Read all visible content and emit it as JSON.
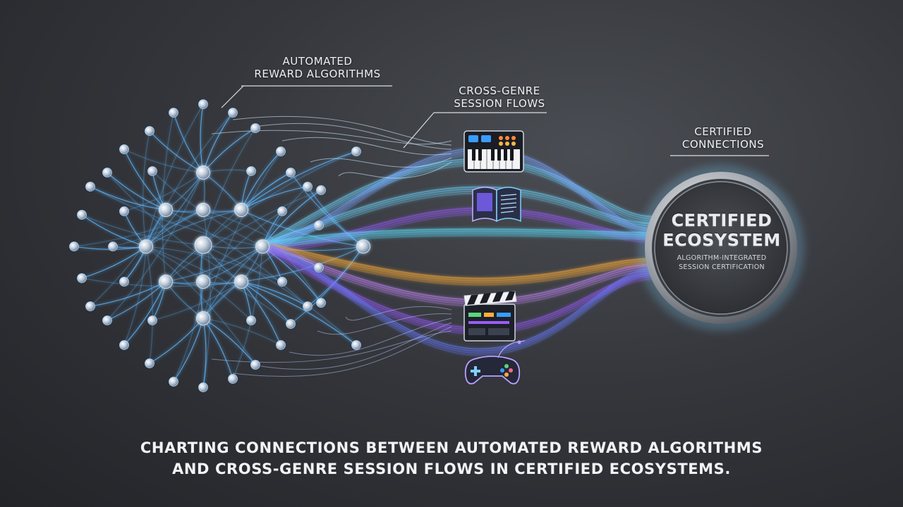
{
  "labels": {
    "reward": [
      "AUTOMATED",
      "REWARD ALGORITHMS"
    ],
    "cross_genre": [
      "CROSS-GENRE",
      "SESSION FLOWS"
    ],
    "certified": [
      "CERTIFIED",
      "CONNECTIONS"
    ]
  },
  "badge": {
    "title": [
      "CERTIFIED",
      "ECOSYSTEM"
    ],
    "subtitle": [
      "ALGORITHM-INTEGRATED",
      "SESSION CERTIFICATION"
    ]
  },
  "caption": [
    "CHARTING CONNECTIONS BETWEEN AUTOMATED REWARD ALGORITHMS",
    "AND CROSS-GENRE SESSION FLOWS IN CERTIFIED ECOSYSTEMS."
  ],
  "icons": [
    "keyboard-icon",
    "book-icon",
    "clapperboard-icon",
    "gamepad-icon"
  ],
  "colors": {
    "network_blue": "#5fb8ff",
    "flow_cyan": "#6fd6ff",
    "flow_purple": "#9a5cff",
    "flow_orange": "#ffae3a",
    "background": "#35373c"
  }
}
